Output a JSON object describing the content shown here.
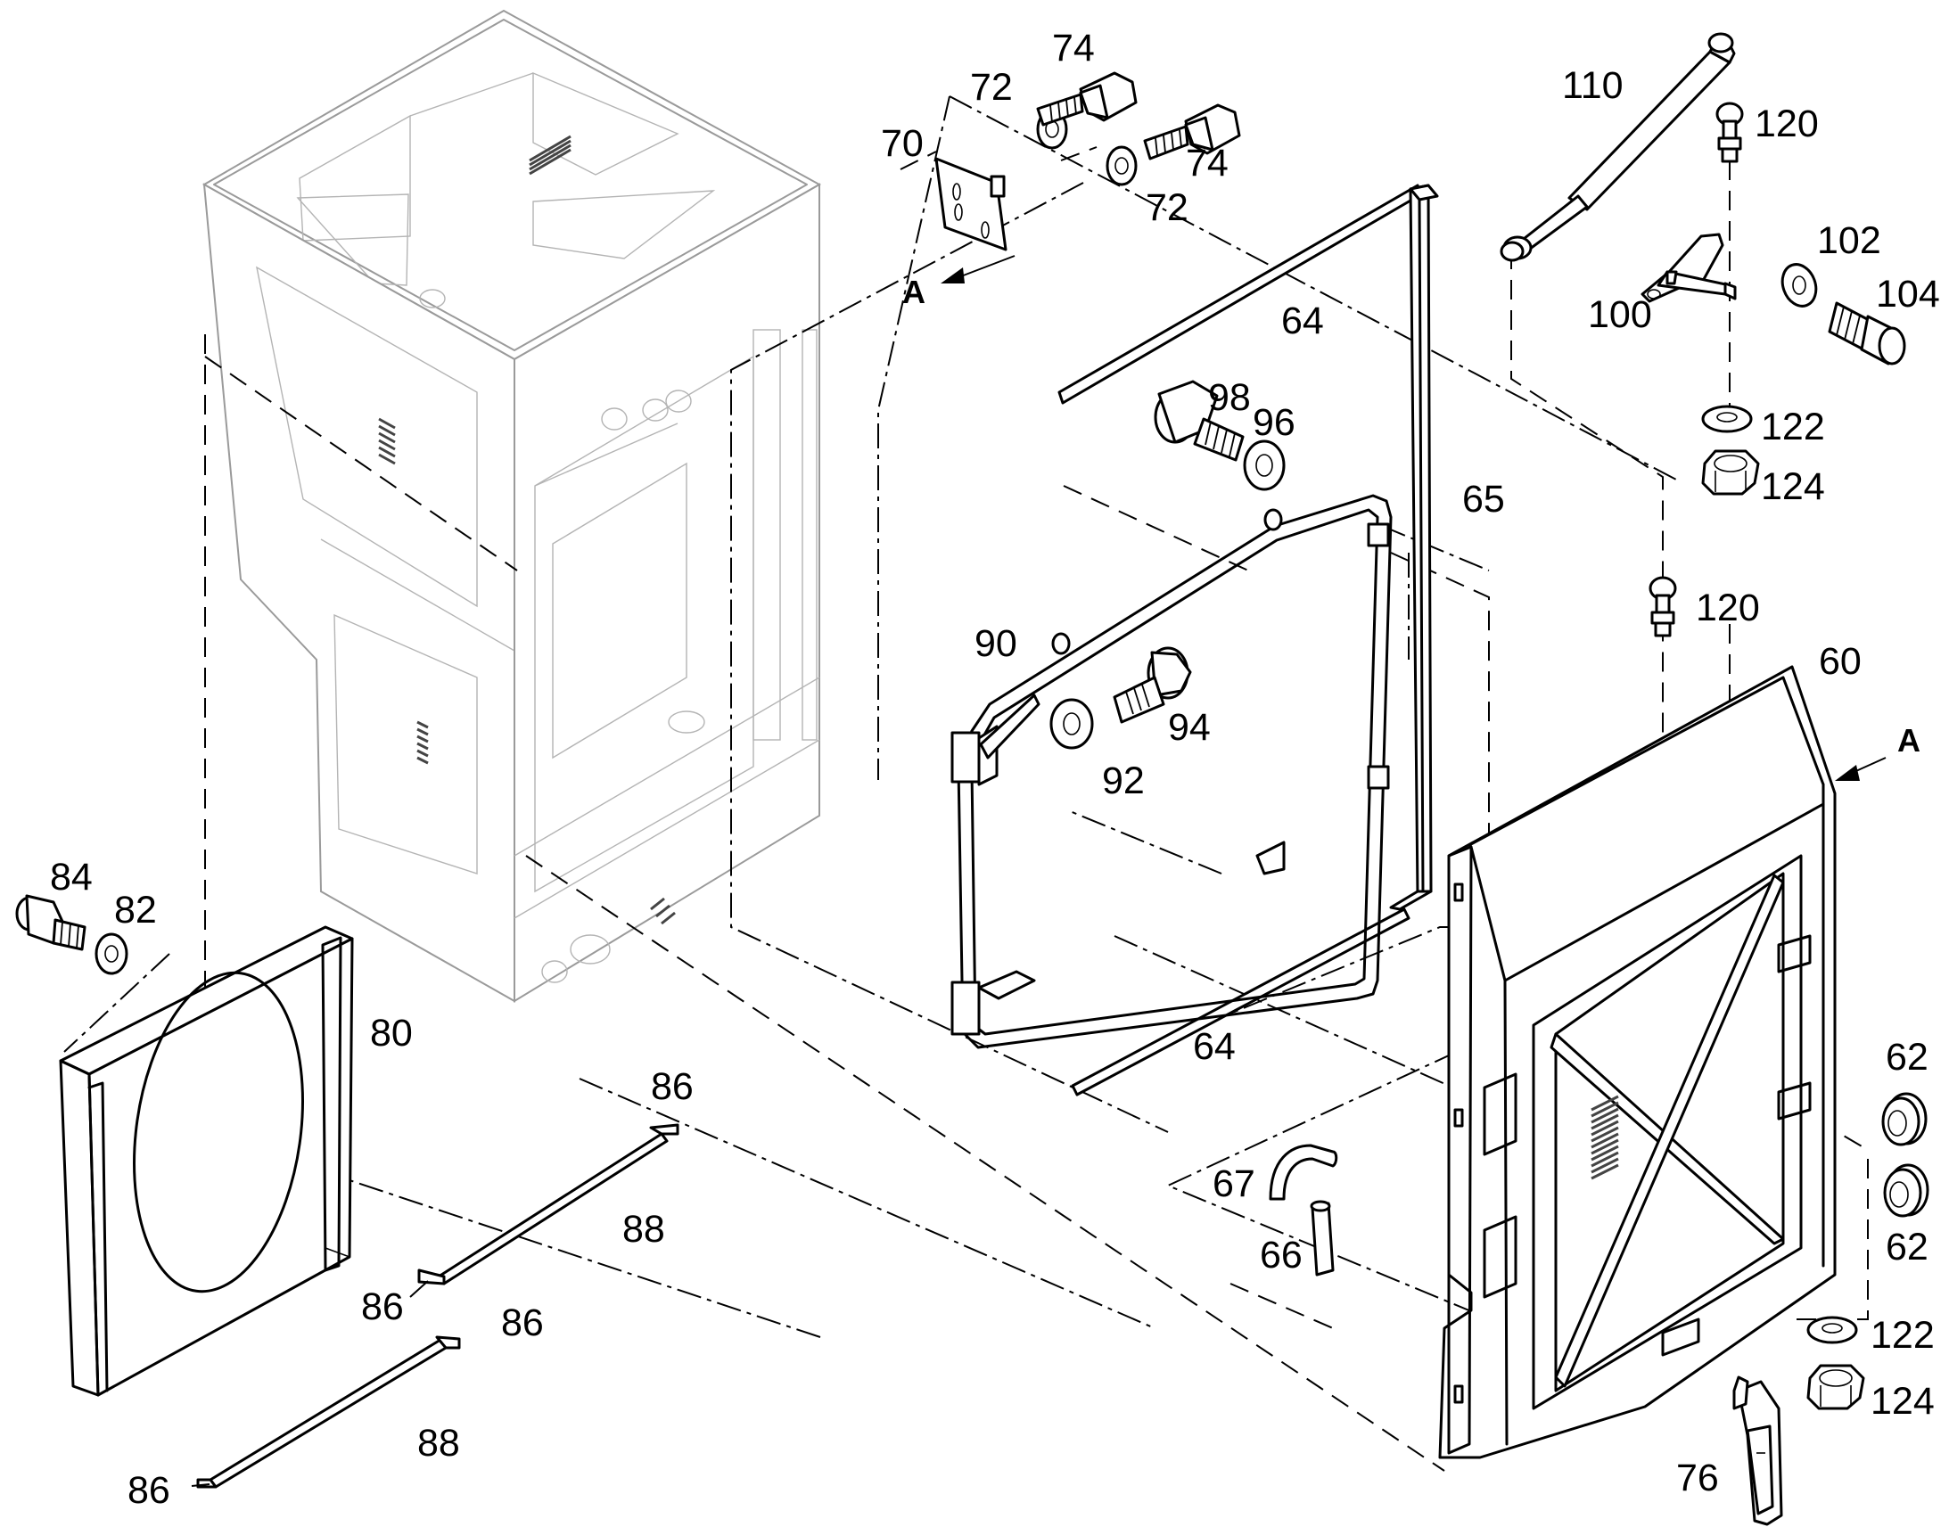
{
  "diagram": {
    "view_marker": "A",
    "callouts": {
      "p60": "60",
      "p62a": "62",
      "p62b": "62",
      "p64a": "64",
      "p64b": "64",
      "p65": "65",
      "p66": "66",
      "p67": "67",
      "p70": "70",
      "p72a": "72",
      "p72b": "72",
      "p74a": "74",
      "p74b": "74",
      "p76": "76",
      "p80": "80",
      "p82": "82",
      "p84": "84",
      "p86a": "86",
      "p86b": "86",
      "p86c": "86",
      "p86d": "86",
      "p88a": "88",
      "p88b": "88",
      "p90": "90",
      "p92": "92",
      "p94": "94",
      "p96": "96",
      "p98": "98",
      "p100": "100",
      "p102": "102",
      "p104": "104",
      "p110": "110",
      "p120a": "120",
      "p120b": "120",
      "p122a": "122",
      "p122b": "122",
      "p124a": "124",
      "p124b": "124"
    }
  }
}
